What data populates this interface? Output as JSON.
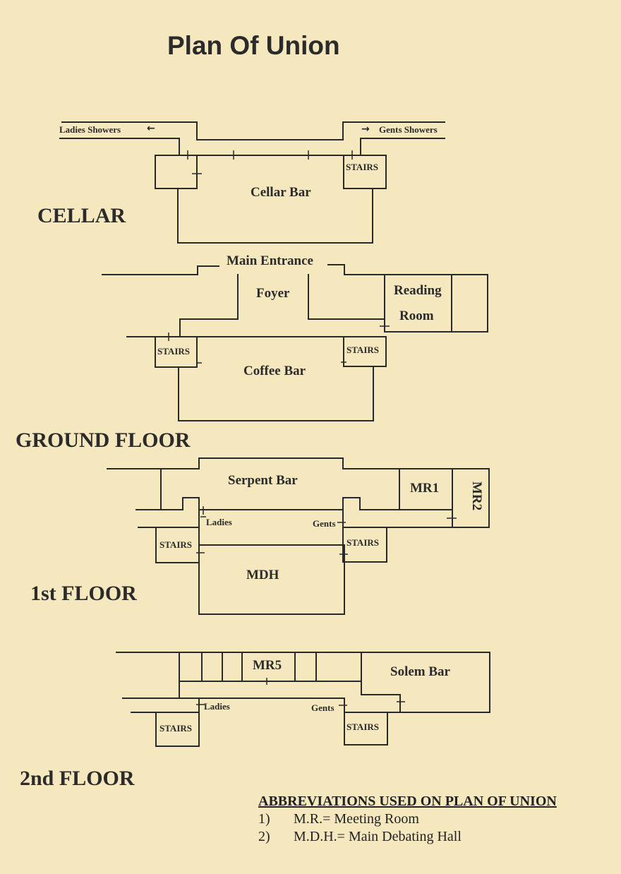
{
  "title": "Plan Of Union",
  "floors": {
    "cellar": "CELLAR",
    "ground": "GROUND FLOOR",
    "first": "1st FLOOR",
    "second": "2nd FLOOR"
  },
  "cellar": {
    "ladies_showers": "Ladies Showers",
    "gents_showers": "Gents Showers",
    "stairs": "STAIRS",
    "bar": "Cellar Bar"
  },
  "ground": {
    "main_entrance": "Main Entrance",
    "foyer": "Foyer",
    "reading_room": [
      "Reading",
      "Room"
    ],
    "stairs_left": "STAIRS",
    "stairs_right": "STAIRS",
    "coffee_bar": "Coffee Bar"
  },
  "first": {
    "serpent_bar": "Serpent Bar",
    "mr1": "MR1",
    "mr2": "MR2",
    "ladies": "Ladies",
    "gents": "Gents",
    "stairs_left": "STAIRS",
    "stairs_right": "STAIRS",
    "mdh": "MDH"
  },
  "second": {
    "mr5": "MR5",
    "solem_bar": "Solem Bar",
    "ladies": "Ladies",
    "gents": "Gents",
    "stairs_left": "STAIRS",
    "stairs_right": "STAIRS"
  },
  "legend": {
    "heading": "ABBREVIATIONS USED ON PLAN OF UNION",
    "items": [
      {
        "num": "1)",
        "text": "M.R.= Meeting Room"
      },
      {
        "num": "2)",
        "text": "M.D.H.= Main Debating Hall"
      }
    ]
  },
  "icons": {
    "left_arrow": "arrow-left-icon",
    "right_arrow": "arrow-right-icon"
  }
}
